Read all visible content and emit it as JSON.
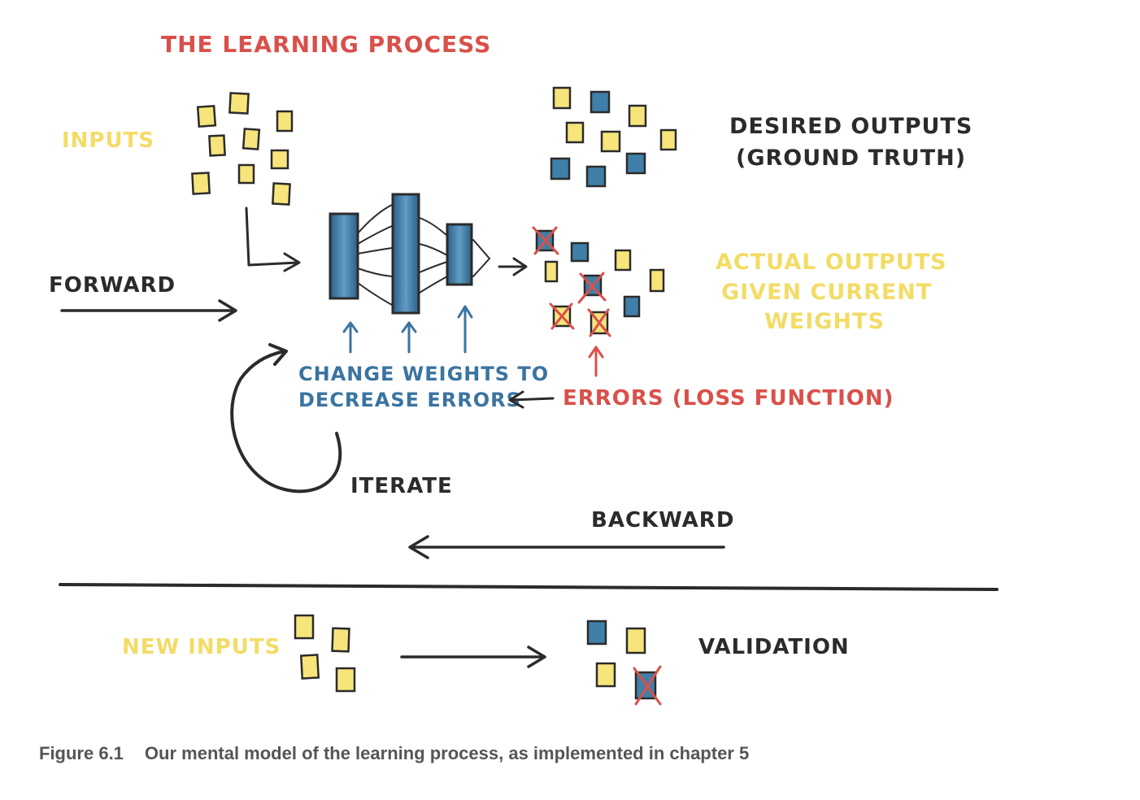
{
  "title": "THE LEARNING PROCESS",
  "labels": {
    "inputs": "INPUTS",
    "desired_outputs_line1": "DESIRED OUTPUTS",
    "desired_outputs_line2": "(GROUND TRUTH)",
    "forward": "FORWARD",
    "actual_outputs_line1": "ACTUAL OUTPUTS",
    "actual_outputs_line2": "GIVEN CURRENT",
    "actual_outputs_line3": "WEIGHTS",
    "change_weights_line1": "CHANGE WEIGHTS TO",
    "change_weights_line2": "DECREASE ERRORS",
    "errors": "ERRORS (LOSS FUNCTION)",
    "iterate": "ITERATE",
    "backward": "BACKWARD",
    "new_inputs": "NEW INPUTS",
    "validation": "VALIDATION"
  },
  "caption": {
    "figure_number": "Figure 6.1",
    "text": "Our mental model of the learning process, as implemented in chapter 5"
  },
  "colors": {
    "title_red": "#d9504a",
    "input_yellow": "#f3dc66",
    "note_yellow": "#f7e47a",
    "note_blue": "#3f7fa8",
    "ink_black": "#2b2b2b",
    "weight_blue": "#3a74a0",
    "error_red": "#d9504a",
    "caption_gray": "#555555"
  }
}
